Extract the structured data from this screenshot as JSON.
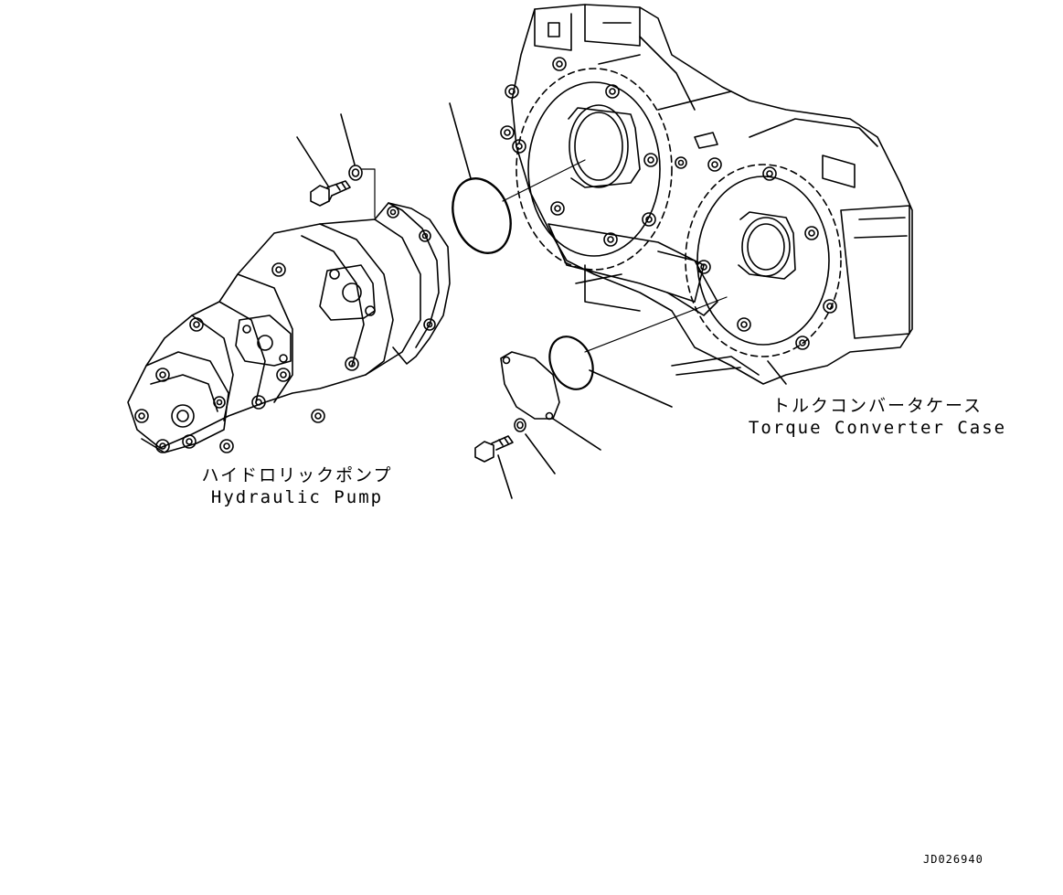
{
  "labels": {
    "pump_jp": "ハイドロリックポンプ",
    "pump_en": "Hydraulic Pump",
    "case_jp": "トルクコンバータケース",
    "case_en": "Torque Converter Case"
  },
  "reference_code": "JD026940",
  "parts": [
    {
      "name": "bolt",
      "group": "pump-mount"
    },
    {
      "name": "washer",
      "group": "pump-mount"
    },
    {
      "name": "o-ring",
      "group": "pump-mount"
    },
    {
      "name": "bolt",
      "group": "cover"
    },
    {
      "name": "washer",
      "group": "cover"
    },
    {
      "name": "cover-plate",
      "group": "cover"
    },
    {
      "name": "o-ring",
      "group": "cover"
    }
  ],
  "colors": {
    "line": "#000000",
    "background": "#ffffff"
  }
}
